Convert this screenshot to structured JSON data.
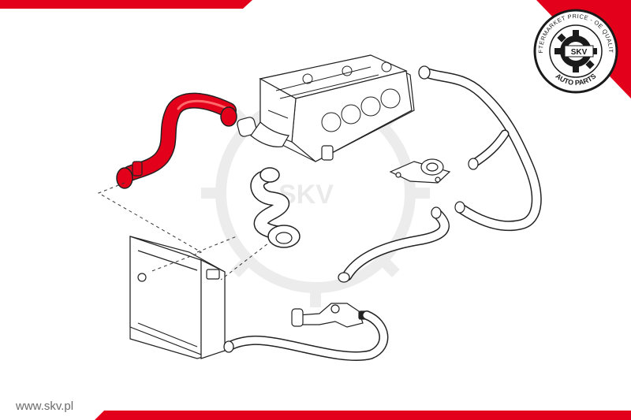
{
  "brand": {
    "accent_color": "#e3001b",
    "website": "www.skv.pl",
    "watermark": "SKV"
  },
  "badge": {
    "ring_text_top": "AFTERMARKET PRICE - OE QUALITY",
    "center_text": "SKV",
    "ring_text_bottom": "AUTO PARTS"
  },
  "diagram": {
    "highlighted_part": "radiator-hose",
    "components": [
      "engine-cylinder-head",
      "upper-radiator-hose",
      "radiator",
      "lower-coolant-hose",
      "heater-hoses",
      "coolant-flange",
      "thermostat-bracket"
    ]
  }
}
